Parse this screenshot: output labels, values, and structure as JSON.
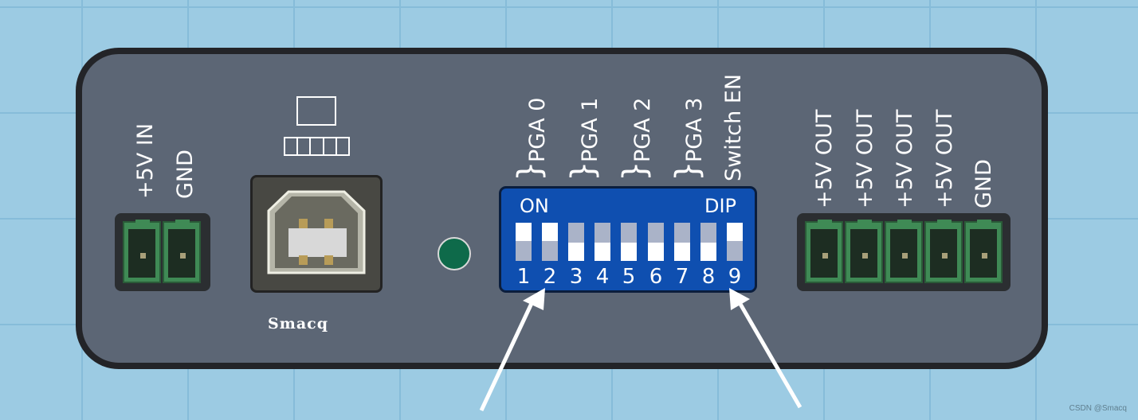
{
  "device": {
    "brand": "Smacq",
    "power_in": {
      "labels": [
        "+5V IN",
        "GND"
      ]
    },
    "led_color": "#0e6a4a",
    "outputs": {
      "labels": [
        "+5V OUT",
        "+5V OUT",
        "+5V OUT",
        "+5V OUT",
        "GND"
      ]
    }
  },
  "dip_switch": {
    "on_label": "ON",
    "dip_label": "DIP",
    "group_labels": [
      "PGA 0",
      "PGA 1",
      "PGA 2",
      "PGA 3",
      "Switch EN"
    ],
    "switches": [
      {
        "number": "1",
        "on": true
      },
      {
        "number": "2",
        "on": true
      },
      {
        "number": "3",
        "on": false
      },
      {
        "number": "4",
        "on": false
      },
      {
        "number": "5",
        "on": false
      },
      {
        "number": "6",
        "on": false
      },
      {
        "number": "7",
        "on": false
      },
      {
        "number": "8",
        "on": false
      },
      {
        "number": "9",
        "on": true
      }
    ]
  },
  "watermark": "CSDN @Smacq",
  "colors": {
    "background": "#9ccbe3",
    "panel": "#5c6675",
    "dip_body": "#0f4fb0",
    "terminal": "#3f8a55",
    "arrow": "#ffffff"
  }
}
